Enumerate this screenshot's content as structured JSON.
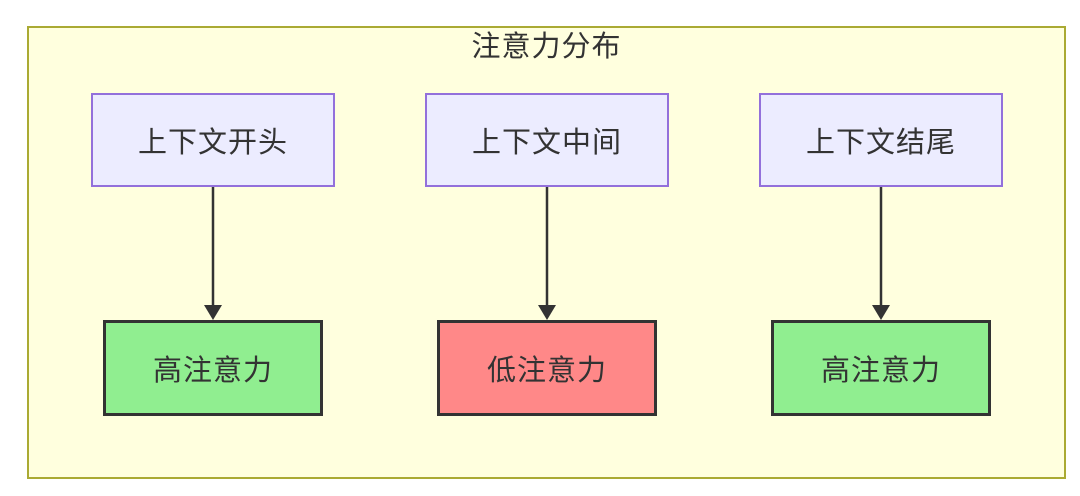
{
  "diagram": {
    "title": "注意力分布",
    "columns": [
      {
        "top": {
          "label": "上下文开头"
        },
        "bottom": {
          "label": "高注意力",
          "type": "high"
        }
      },
      {
        "top": {
          "label": "上下文中间"
        },
        "bottom": {
          "label": "低注意力",
          "type": "low"
        }
      },
      {
        "top": {
          "label": "上下文结尾"
        },
        "bottom": {
          "label": "高注意力",
          "type": "high"
        }
      }
    ],
    "colors": {
      "container_bg": "#ffffde",
      "container_border": "#aaaa33",
      "node_bg": "#ececff",
      "node_border": "#9370db",
      "high_bg": "#90ee90",
      "low_bg": "#ff8888",
      "result_border": "#333333",
      "arrow": "#333333",
      "text": "#333333"
    }
  }
}
